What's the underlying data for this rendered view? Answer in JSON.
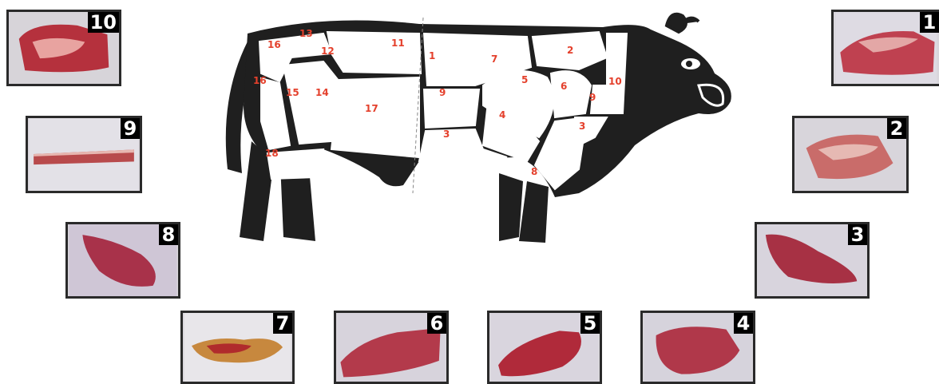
{
  "diagram": {
    "labels": [
      "16",
      "13",
      "12",
      "11",
      "1",
      "7",
      "2",
      "16",
      "15",
      "14",
      "17",
      "9",
      "5",
      "6",
      "9",
      "10",
      "4",
      "3",
      "3",
      "18",
      "8"
    ],
    "colors": {
      "body": "#1f1f1f",
      "lines": "#ffffff",
      "numbers": "#e4402c"
    }
  },
  "cuts": [
    {
      "id": "10",
      "badge": "10",
      "icon": "meat-cut-10-image"
    },
    {
      "id": "9",
      "badge": "9",
      "icon": "meat-cut-9-image"
    },
    {
      "id": "8",
      "badge": "8",
      "icon": "meat-cut-8-image"
    },
    {
      "id": "7",
      "badge": "7",
      "icon": "meat-cut-7-image"
    },
    {
      "id": "6",
      "badge": "6",
      "icon": "meat-cut-6-image"
    },
    {
      "id": "5",
      "badge": "5",
      "icon": "meat-cut-5-image"
    },
    {
      "id": "4",
      "badge": "4",
      "icon": "meat-cut-4-image"
    },
    {
      "id": "3",
      "badge": "3",
      "icon": "meat-cut-3-image"
    },
    {
      "id": "2",
      "badge": "2",
      "icon": "meat-cut-2-image"
    },
    {
      "id": "1",
      "badge": "1",
      "icon": "meat-cut-1-image"
    }
  ]
}
